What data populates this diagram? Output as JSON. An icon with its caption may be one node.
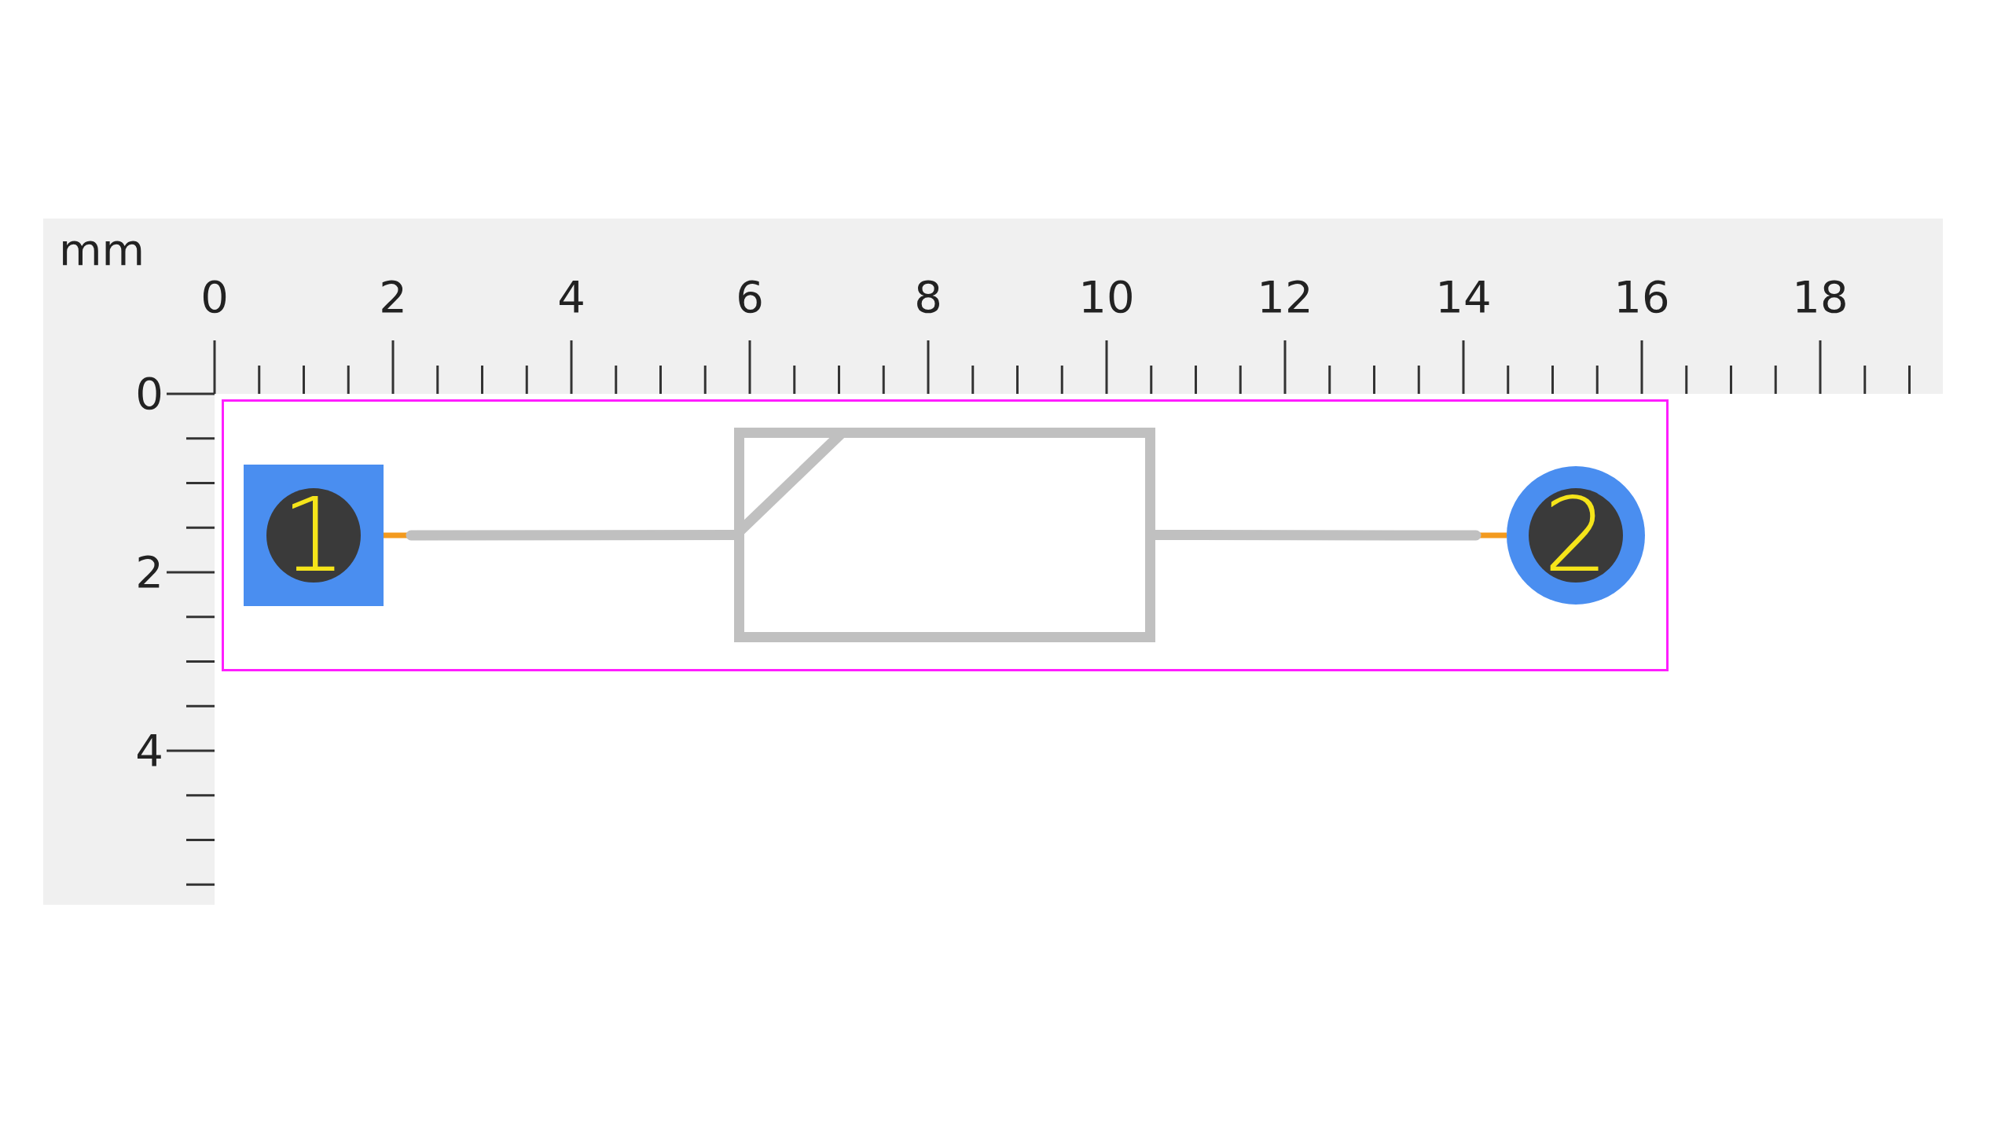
{
  "diagram": {
    "nodes": [
      {
        "text": [],
        "shape": "box"
      },
      {
        "text": [
          "1"
        ],
        "in": 0
      },
      {
        "text": [],
        "shape": "box",
        "in": 0
      },
      {
        "text": [
          "2"
        ],
        "in": 0
      }
    ],
    "edges": [
      {
        "from": 1,
        "to": 2,
        "arrow": "none"
      },
      {
        "from": 2,
        "to": 3,
        "arrow": "none"
      }
    ],
    "labels": [
      "mm",
      "0",
      "2",
      "4",
      "6",
      "8",
      "10",
      "12",
      "14",
      "16",
      "18",
      "0",
      "2",
      "4"
    ]
  }
}
